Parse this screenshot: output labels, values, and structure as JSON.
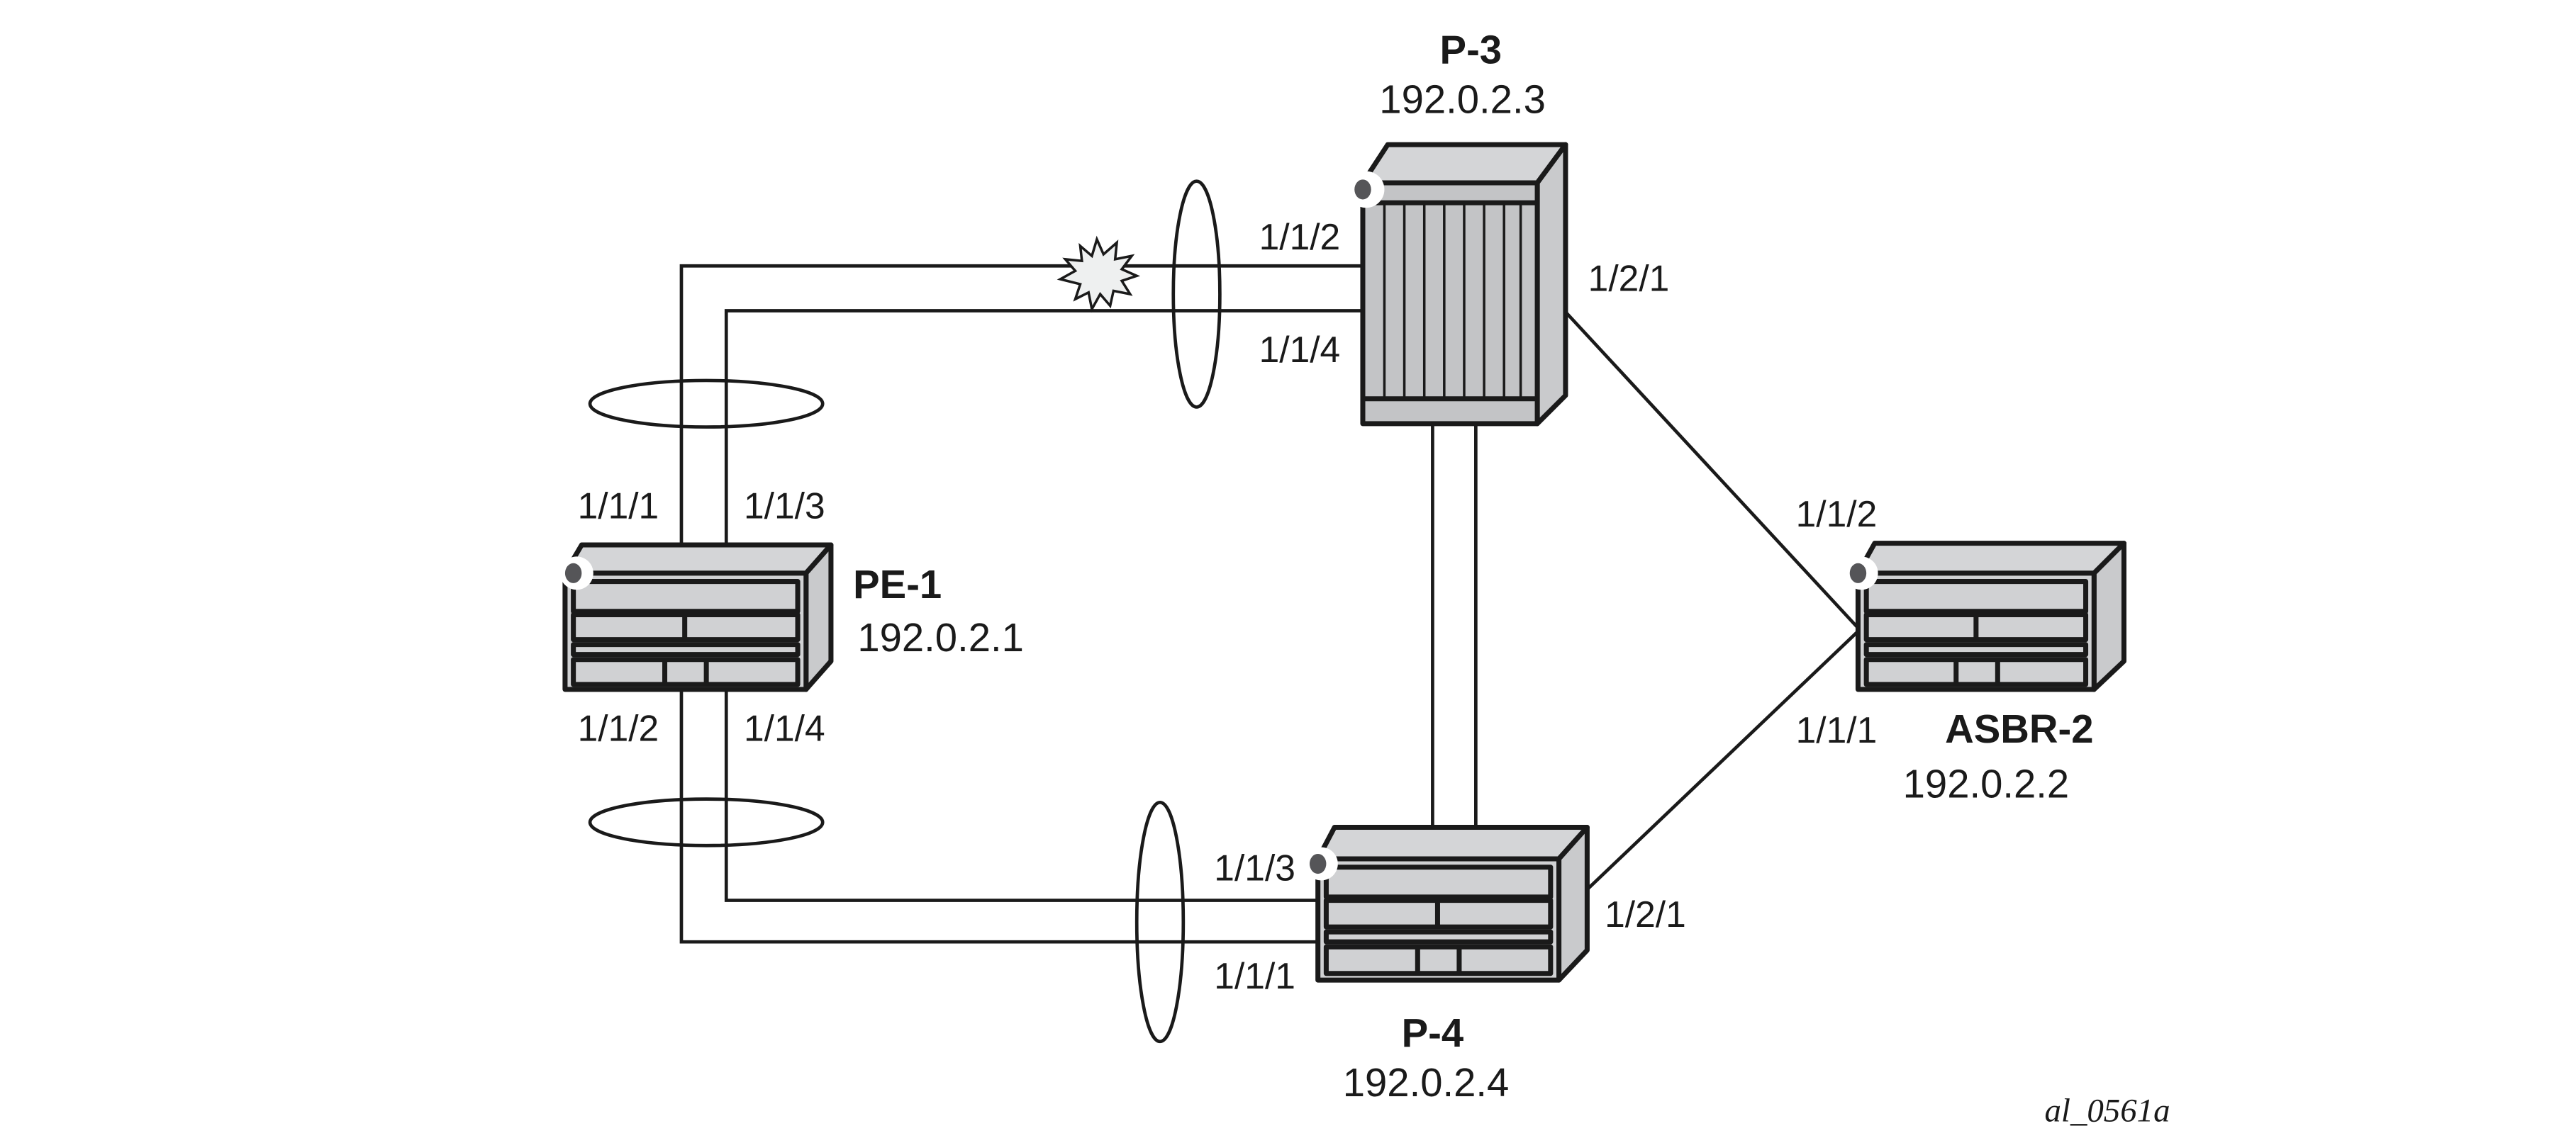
{
  "colors": {
    "device_top": "#d4d5d7",
    "device_front": "#c3c4c6",
    "device_side": "#c9cacc",
    "led": "#555558",
    "line": "#1a1a1a"
  },
  "nodes": {
    "p3": {
      "name": "P-3",
      "ip": "192.0.2.3",
      "ports": [
        "1/1/2",
        "1/1/4",
        "1/2/1"
      ]
    },
    "pe1": {
      "name": "PE-1",
      "ip": "192.0.2.1",
      "ports": [
        "1/1/1",
        "1/1/3",
        "1/1/2",
        "1/1/4"
      ]
    },
    "asbr2": {
      "name": "ASBR-2",
      "ip": "192.0.2.2",
      "ports": [
        "1/1/2",
        "1/1/1"
      ]
    },
    "p4": {
      "name": "P-4",
      "ip": "192.0.2.4",
      "ports": [
        "1/1/3",
        "1/1/1",
        "1/2/1"
      ]
    }
  },
  "failure_icon": "explosion-star-icon",
  "figure_id": "al_0561a"
}
